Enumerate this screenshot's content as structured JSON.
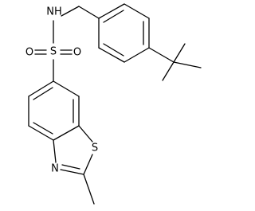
{
  "atoms": {
    "nh": "NH",
    "s_sulfonyl": "S",
    "o_left": "O",
    "o_right": "O",
    "s_thiazole": "S",
    "n_thiazole": "N"
  },
  "colors": {
    "bond": "#000000",
    "label": "#000000",
    "background": "#ffffff"
  }
}
